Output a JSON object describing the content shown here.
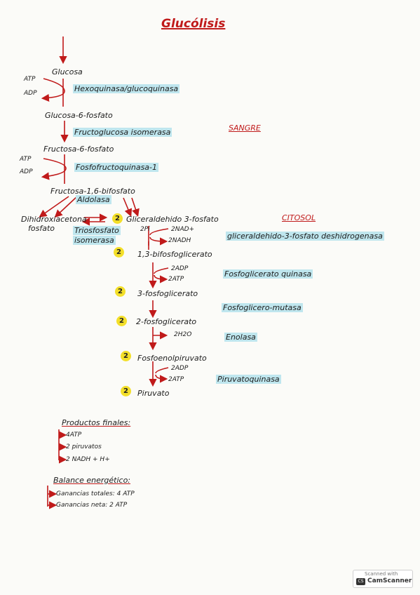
{
  "title": "Glucólisis",
  "steps": {
    "glucosa": "Glucosa",
    "hexoquinasa": "Hexoquinasa/glucoquinasa",
    "glucosa6p": "Glucosa-6-fosfato",
    "fructoglucosa": "Fructoglucosa isomerasa",
    "fructosa6p": "Fructosa-6-fosfato",
    "fosfofructoquinasa": "Fosfofructoquinasa-1",
    "fructosa16": "Fructosa-1,6-bifosfato",
    "aldolasa": "Aldolasa",
    "dihidroxi": "Dihidroxiacetona",
    "dihidroxi2": "fosfato",
    "triosa": "Triosfosfato",
    "triosa2": "isomerasa",
    "gliceraldehido": "Gliceraldehido 3-fosfato",
    "bifosfoglicerato": "1,3-bifosfoglicerato",
    "fosfoglicerato3": "3-fosfoglicerato",
    "fosfoglicerato2": "2-fosfoglicerato",
    "fosfoenol": "Fosfoenolpiruvato",
    "piruvato": "Piruvato"
  },
  "enzymes": {
    "ghd": "gliceraldehido-3-fosfato deshidrogenasa",
    "pgk": "Fosfoglicerato quinasa",
    "pgm": "Fosfoglicero-mutasa",
    "enolasa": "Enolasa",
    "pk": "Piruvatoquinasa"
  },
  "cofactors": {
    "atp1": "ATP",
    "adp1": "ADP",
    "atp2": "ATP",
    "adp2": "ADP",
    "pi": "2Pi",
    "nad": "2NAD+",
    "nadh": "2NADH",
    "adp3": "2ADP",
    "atp3": "2ATP",
    "h2o": "2H2O",
    "adp4": "2ADP",
    "atp4": "2ATP"
  },
  "labels": {
    "sangre": "SANGRE",
    "citosol": "CITOSOL",
    "two": "2"
  },
  "productos": {
    "heading": "Productos finales:",
    "items": [
      "4ATP",
      "2 piruvatos",
      "2 NADH + H+"
    ]
  },
  "balance": {
    "heading": "Balance energético:",
    "items": [
      "Ganancias totales: 4 ATP",
      "Ganancias neta: 2 ATP"
    ]
  },
  "badge": {
    "line1": "Scanned with",
    "line2": "CamScanner",
    "icon": "CS"
  }
}
